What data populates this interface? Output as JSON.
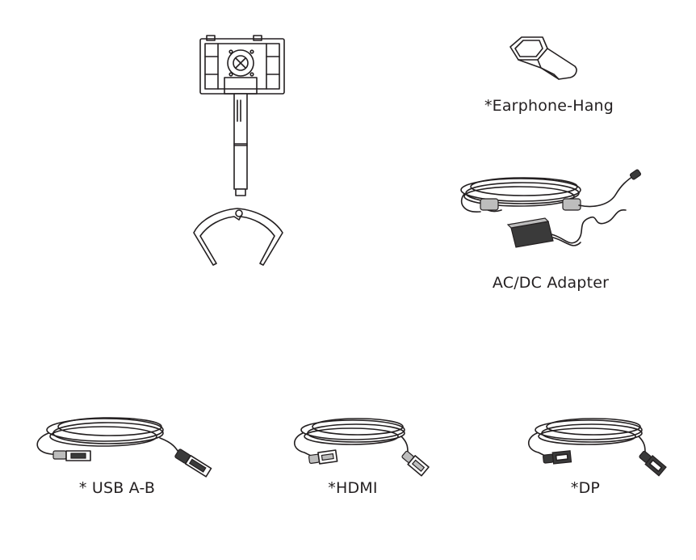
{
  "items": {
    "stand": {
      "icon": "monitor-stand-icon"
    },
    "earphone_hang": {
      "label": "*Earphone-Hang",
      "icon": "earphone-hang-icon"
    },
    "adapter": {
      "label": "AC/DC Adapter",
      "icon": "ac-dc-adapter-icon"
    },
    "usb": {
      "label": "* USB A-B",
      "icon": "usb-cable-icon"
    },
    "hdmi": {
      "label": "*HDMI",
      "icon": "hdmi-cable-icon"
    },
    "dp": {
      "label": "*DP",
      "icon": "dp-cable-icon"
    }
  },
  "colors": {
    "line": "#231f20",
    "background": "#ffffff"
  }
}
